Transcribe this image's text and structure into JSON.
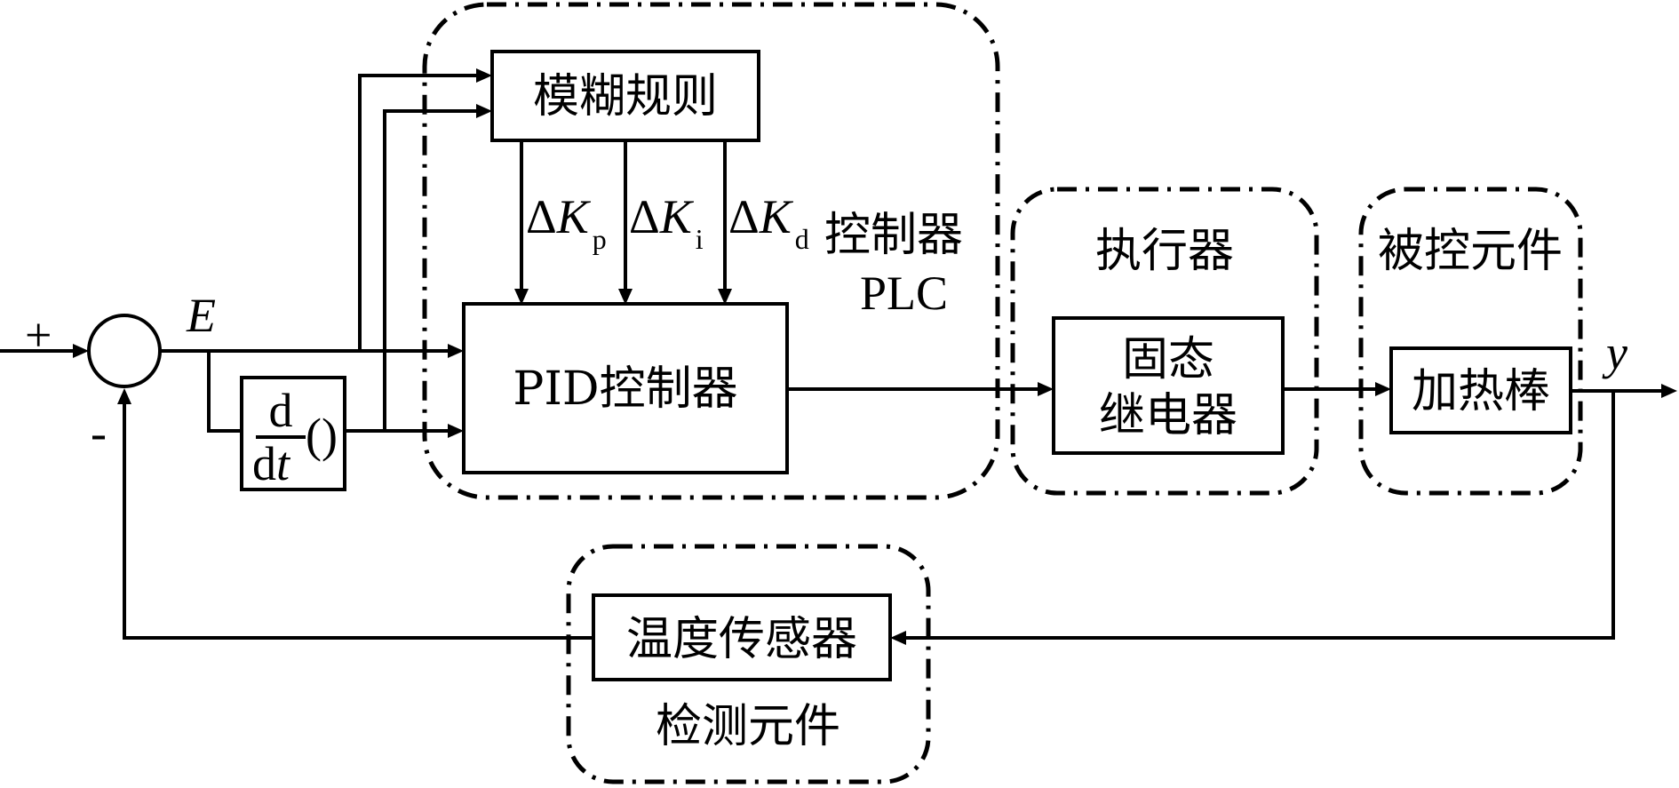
{
  "blocks": {
    "fuzzy_rules": "模糊规则",
    "pid_controller": "PID控制器",
    "derivative_num": "d",
    "derivative_den_d": "d",
    "derivative_den_t": "t",
    "derivative_paren": "()",
    "ssr_line1": "固态",
    "ssr_line2": "继电器",
    "heater": "加热棒",
    "temp_sensor": "温度传感器"
  },
  "groups": {
    "controller_line1": "控制器",
    "controller_line2": "PLC",
    "actuator": "执行器",
    "controlled_element": "被控元件",
    "detection_element": "检测元件"
  },
  "signals": {
    "error": "E",
    "output": "y",
    "plus": "+",
    "minus": "-",
    "delta": "Δ",
    "k": "K",
    "kp_sub": "p",
    "ki_sub": "i",
    "kd_sub": "d"
  }
}
